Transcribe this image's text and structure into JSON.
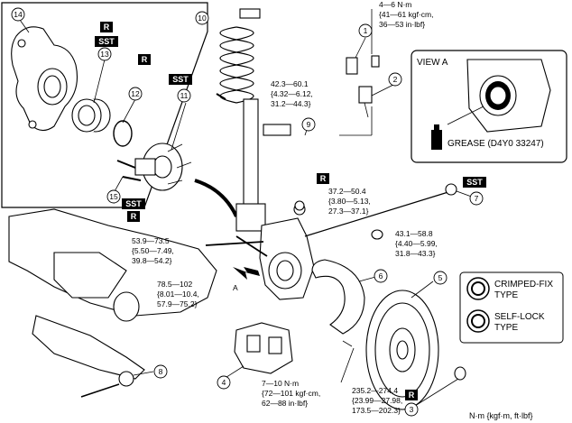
{
  "callouts": [
    {
      "id": "c1",
      "num": "1"
    },
    {
      "id": "c2",
      "num": "2"
    },
    {
      "id": "c3",
      "num": "3"
    },
    {
      "id": "c4",
      "num": "4"
    },
    {
      "id": "c5",
      "num": "5"
    },
    {
      "id": "c6",
      "num": "6"
    },
    {
      "id": "c7",
      "num": "7"
    },
    {
      "id": "c8",
      "num": "8"
    },
    {
      "id": "c9",
      "num": "9"
    },
    {
      "id": "c10",
      "num": "10"
    },
    {
      "id": "c11",
      "num": "11"
    },
    {
      "id": "c12",
      "num": "12"
    },
    {
      "id": "c13",
      "num": "13"
    },
    {
      "id": "c14",
      "num": "14"
    },
    {
      "id": "c15",
      "num": "15"
    }
  ],
  "tags": {
    "r": "R",
    "sst": "SST"
  },
  "torques": {
    "t1": [
      "4—6 N·m",
      "{41—61 kgf·cm,",
      "36—53 in·lbf}"
    ],
    "t2": [
      "42.3—60.1",
      "{4.32—6.12,",
      "31.2—44.3}"
    ],
    "t3": [
      "37.2—50.4",
      "{3.80—5.13,",
      "27.3—37.1}"
    ],
    "t4": [
      "43.1—58.8",
      "{4.40—5.99,",
      "31.8—43.3}"
    ],
    "t5": [
      "53.9—73.5",
      "{5.50—7.49,",
      "39.8—54.2}"
    ],
    "t6": [
      "78.5—102",
      "{8.01—10.4,",
      "57.9—75.2}"
    ],
    "t7": [
      "7—10 N·m",
      "{72—101 kgf·cm,",
      "62—88 in·lbf}"
    ],
    "t8": [
      "235.2—274.4",
      "{23.99—27.98,",
      "173.5—202.3}"
    ]
  },
  "view_a": {
    "title": "VIEW A",
    "grease": "GREASE (D4Y0 33247)"
  },
  "legend": {
    "crimped": [
      "CRIMPED-FIX",
      "TYPE"
    ],
    "selflock": [
      "SELF-LOCK",
      "TYPE"
    ]
  },
  "arrow_label": "A",
  "units": "N·m {kgf·m, ft·lbf}"
}
